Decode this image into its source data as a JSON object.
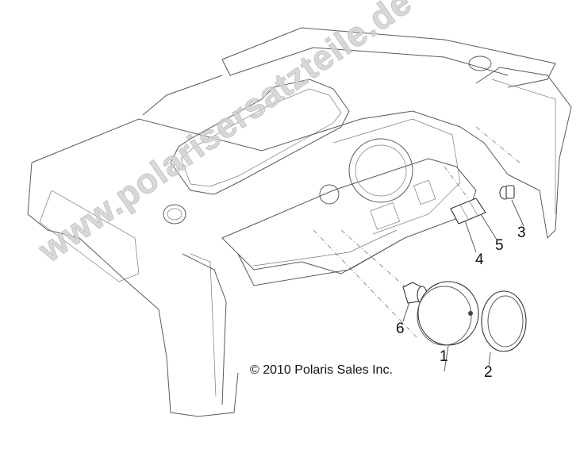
{
  "diagram": {
    "type": "exploded-parts-view",
    "subject": "dashboard / instrument panel assembly",
    "copyright": "© 2010 Polaris Sales Inc.",
    "watermark": "www.polarisersatzteile.de",
    "callouts": [
      {
        "id": "1",
        "label": "1",
        "part": "gauge / instrument cluster"
      },
      {
        "id": "2",
        "label": "2",
        "part": "gauge retaining ring"
      },
      {
        "id": "3",
        "label": "3",
        "part": "12V power outlet"
      },
      {
        "id": "4",
        "label": "4",
        "part": "rocker switch"
      },
      {
        "id": "5",
        "label": "5",
        "part": "rocker switch"
      },
      {
        "id": "6",
        "label": "6",
        "part": "key / ignition switch"
      }
    ]
  }
}
